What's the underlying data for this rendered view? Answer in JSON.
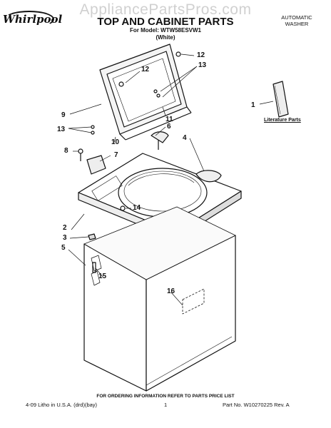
{
  "watermark": "AppliancePartsPros.com",
  "brand": "Whirlpool",
  "header": {
    "title": "TOP AND CABINET PARTS",
    "model_line": "For Model: WTW58ESVW1",
    "color": "(White)",
    "product_line1": "AUTOMATIC",
    "product_line2": "WASHER"
  },
  "callouts": [
    "1",
    "2",
    "3",
    "4",
    "5",
    "6",
    "7",
    "8",
    "9",
    "10",
    "11",
    "12",
    "12",
    "13",
    "13",
    "14",
    "15",
    "16"
  ],
  "literature_label": "Literature Parts",
  "footer": {
    "note": "FOR ORDERING INFORMATION REFER TO PARTS PRICE LIST",
    "litho": "4-09 Litho in U.S.A. (drd)(bay)",
    "page": "1",
    "part_no": "Part No. W10270225 Rev. A"
  }
}
